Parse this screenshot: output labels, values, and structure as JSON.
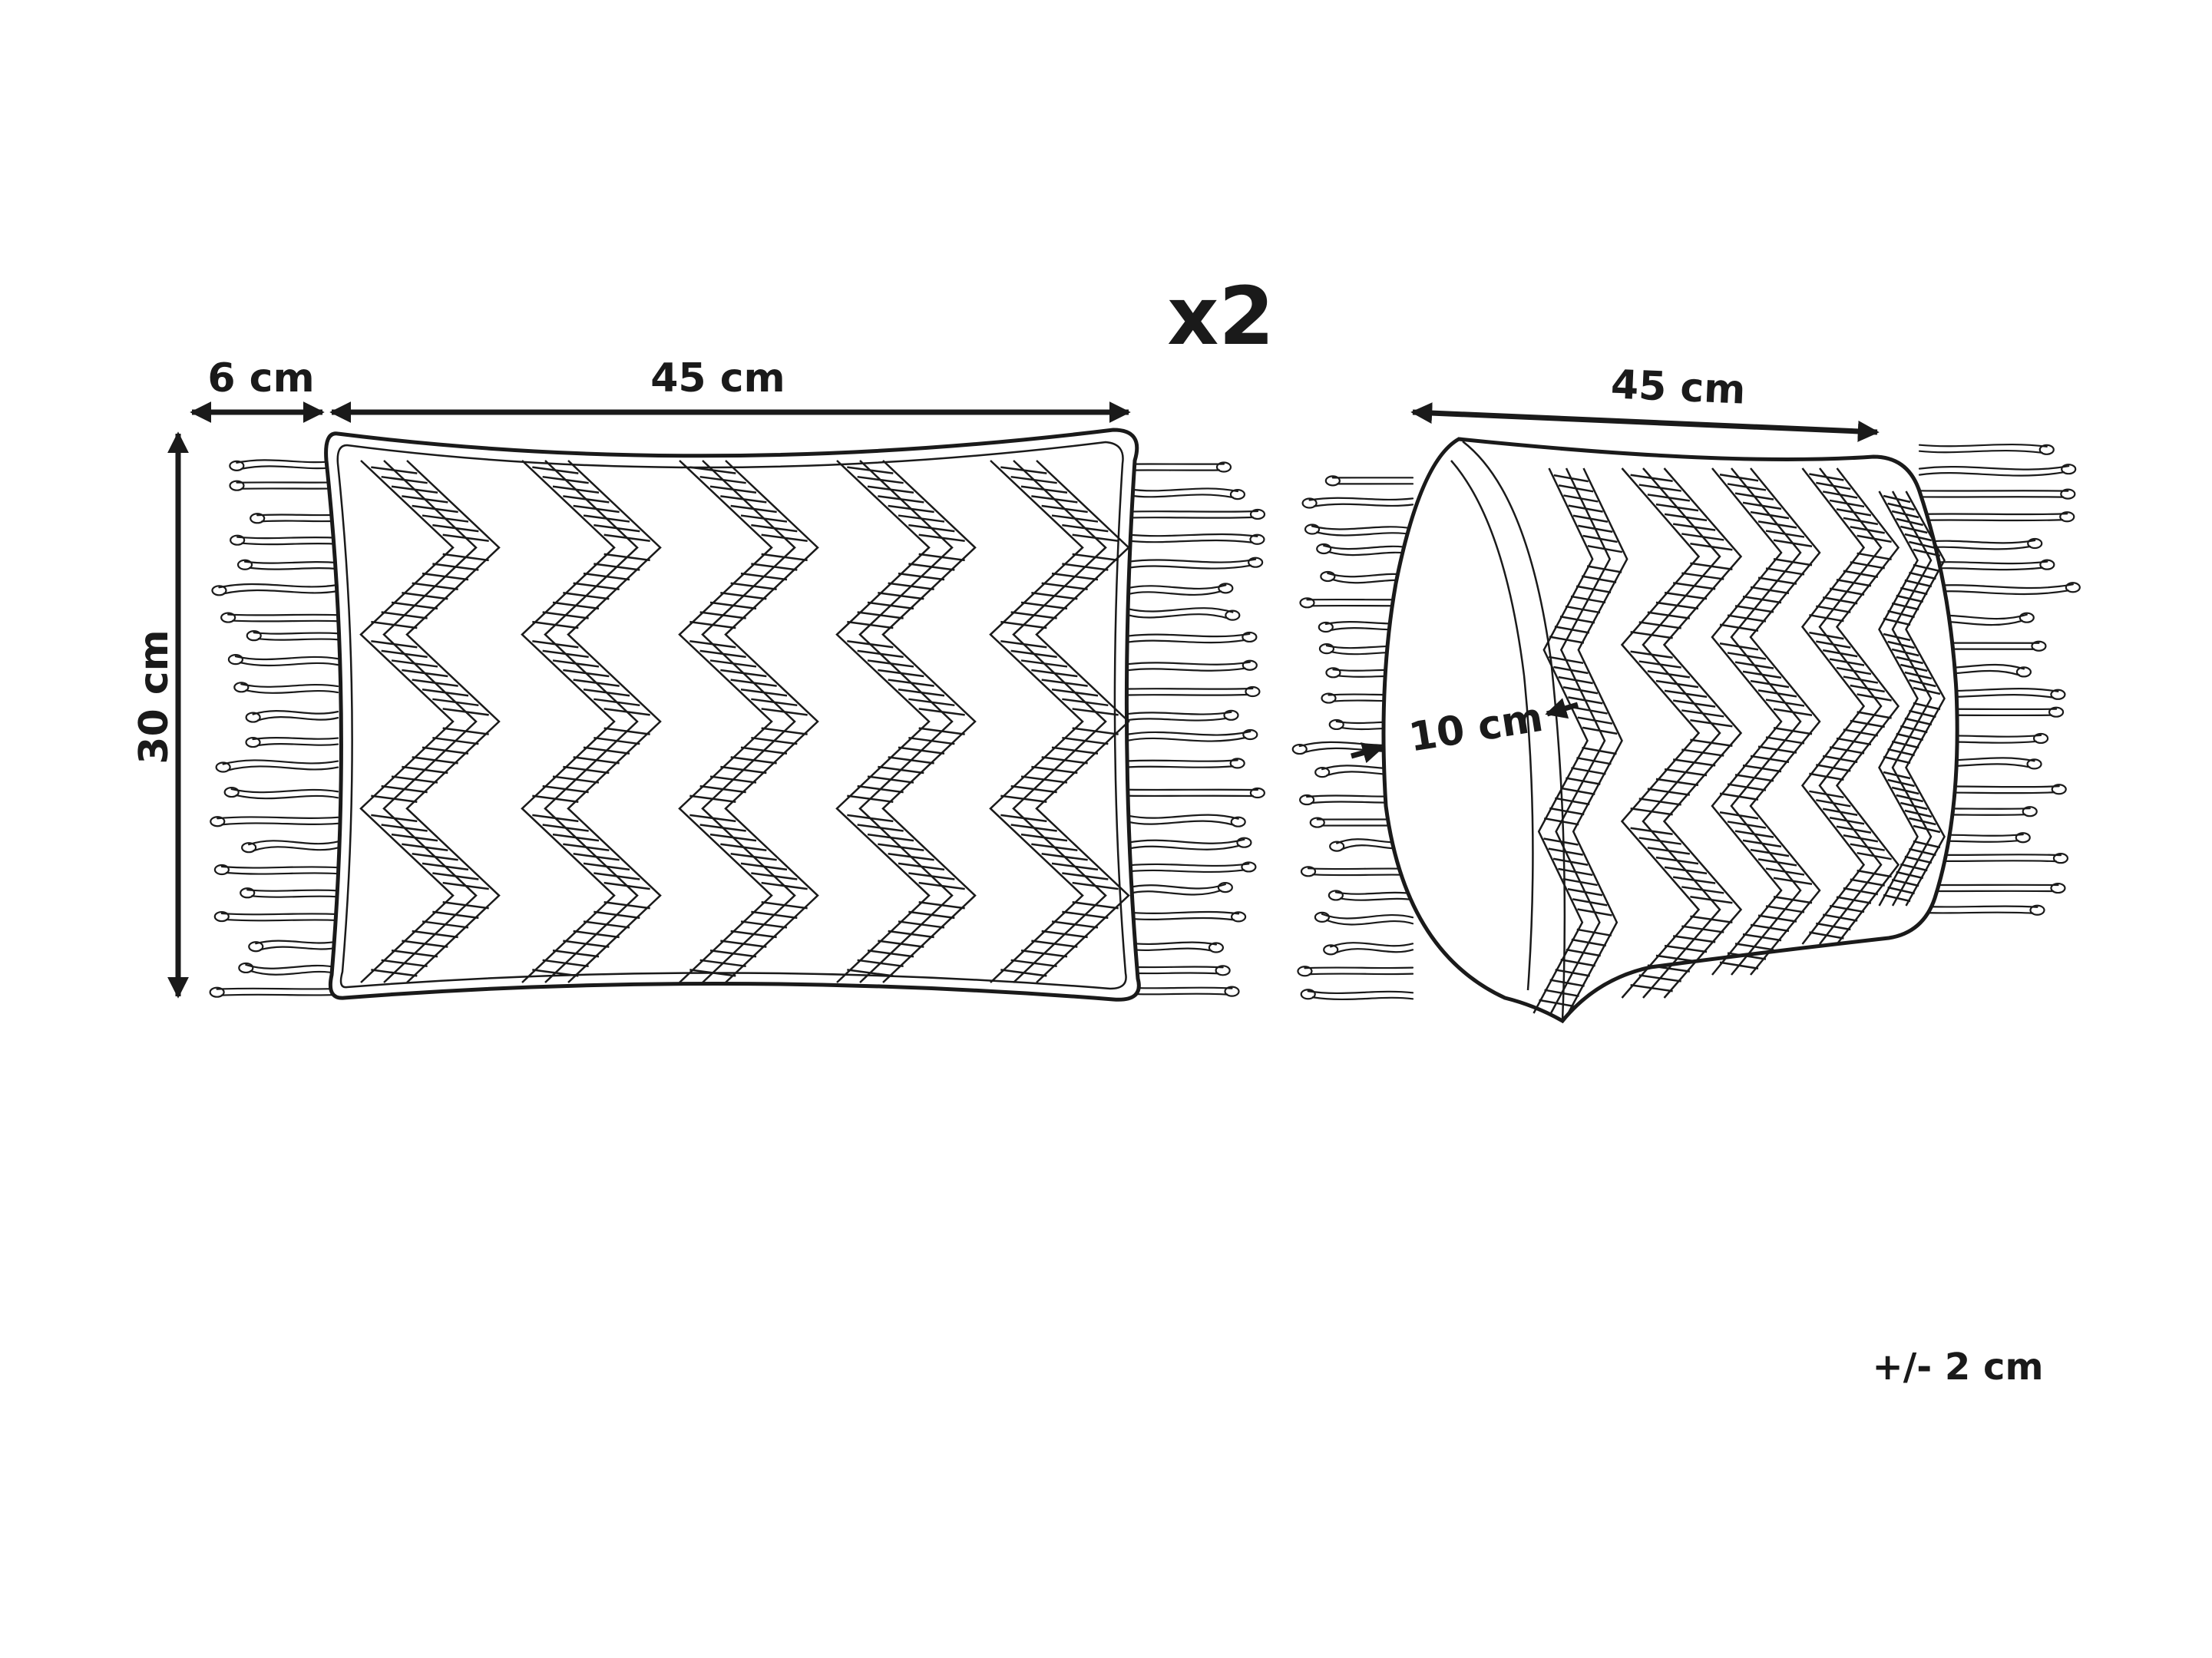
{
  "labels": {
    "quantity": "x2",
    "fringe_width": "6 cm",
    "front_width": "45 cm",
    "front_height": "30 cm",
    "side_width": "45 cm",
    "side_depth": "10 cm",
    "tolerance": "+/- 2 cm"
  },
  "colors": {
    "line": "#1a1a1a",
    "background": "#ffffff"
  },
  "icons": {
    "dimension_arrow": "double-headed-arrow"
  }
}
